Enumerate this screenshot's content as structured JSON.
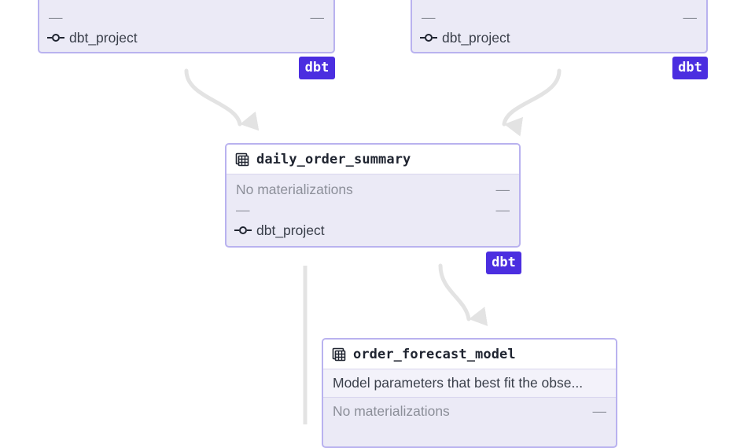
{
  "nodes": {
    "top_left": {
      "row1": {
        "label": "—",
        "value": "—"
      },
      "project": "dbt_project",
      "badge": "dbt"
    },
    "top_right": {
      "row1": {
        "label": "—",
        "value": "—"
      },
      "project": "dbt_project",
      "badge": "dbt"
    },
    "daily_order_summary": {
      "title": "daily_order_summary",
      "row1": {
        "label": "No materializations",
        "value": "—"
      },
      "row2": {
        "label": "—",
        "value": "—"
      },
      "project": "dbt_project",
      "badge": "dbt"
    },
    "order_forecast_model": {
      "title": "order_forecast_model",
      "description": "Model parameters that best fit the obse...",
      "row1": {
        "label": "No materializations",
        "value": "—"
      }
    }
  },
  "colors": {
    "node_border": "#b9b2ef",
    "node_fill": "#ebeaf6",
    "badge": "#4b2ee0",
    "edge": "#e3e3e3"
  },
  "icons": {
    "table": "table-icon",
    "project": "commit-icon"
  }
}
